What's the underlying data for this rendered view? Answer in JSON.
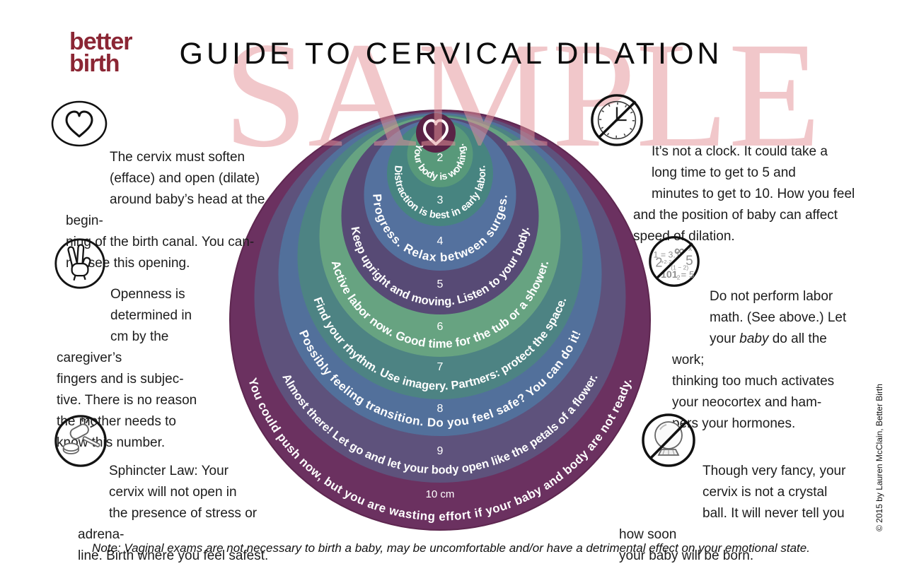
{
  "logo": {
    "line1": "better",
    "line2": "birth",
    "color": "#8b2634"
  },
  "title": "GUIDE TO CERVICAL DILATION",
  "watermark": "SAMPLE",
  "diagram": {
    "heart_badge_color": "#5a2346",
    "rings": [
      {
        "label": "2",
        "text": "Your body is working.",
        "color": "#58997a"
      },
      {
        "label": "3",
        "text": "Distraction is best in early labor.",
        "color": "#478480"
      },
      {
        "label": "4",
        "text": "Progress. Relax between surges.",
        "color": "#54719e"
      },
      {
        "label": "5",
        "text": "Keep upright and moving. Listen to your body.",
        "color": "#574a75"
      },
      {
        "label": "6",
        "text": "Active labor now. Good time for the tub or a shower.",
        "color": "#67a381"
      },
      {
        "label": "7",
        "text": "Find your rhythm. Use imagery. Partners: protect the space.",
        "color": "#4d8383"
      },
      {
        "label": "8",
        "text": "Possibly feeling transition. Do you feel safe? You can do it!",
        "color": "#52709b"
      },
      {
        "label": "9",
        "text": "Almost there! Let go and let your body open like the petals of a flower.",
        "color": "#5e527c"
      },
      {
        "label": "10 cm",
        "text": "You could push now, but you are wasting effort if your baby and body are not ready.",
        "color": "#6b3160"
      }
    ]
  },
  "notes_left": [
    {
      "icon": "heart-icon",
      "text": "The cervix must soften\n(efface) and open (dilate)\naround baby’s head at the begin-\nning of the birth canal. You can-\nnot see this opening."
    },
    {
      "icon": "two-fingers-icon",
      "text": "Openness is\ndetermined in\ncm by the caregiver’s\nfingers and is subjec-\ntive. There is no reason\nthe mother needs to\nknow this number."
    },
    {
      "icon": "gavel-icon",
      "text": "Sphincter Law: Your\ncervix will not open in\nthe presence of stress or adrena-\nline. Birth where you feel safest."
    }
  ],
  "notes_right": [
    {
      "icon": "no-clock-icon",
      "text": "It’s not a clock. It could take a\nlong time to get to 5 and\nminutes to get to 10. How you feel\nand the position of baby can affect\nspeed of dilation."
    },
    {
      "icon": "no-labor-math-icon",
      "text_a": "Do not perform labor\nmath. (See above.) Let\nyour ",
      "italic": "baby",
      "text_b": " do all the work;\nthinking too much activates\nyour neocortex and ham-\npers your hormones."
    },
    {
      "icon": "no-crystal-ball-icon",
      "text": "Though very fancy, your\ncervix is not a crystal\nball. It will never tell you how soon\nyour baby will be born."
    }
  ],
  "math_scribbles": {
    "s1": "∞",
    "s2": "x",
    "s3": "1 = 3.1",
    "s4": "2",
    "s5": "5",
    "s6": "(1 − 2)",
    "s7": "101",
    "s8": "2",
    "s9": "= 5",
    "s10": "+2·2"
  },
  "footer": {
    "note": "Note: Vaginal exams are not necessary to birth a baby, may be uncomfortable and/or have a detrimental effect on your emotional state.",
    "copyright": "© 2015 by Lauren McClain, Better Birth"
  }
}
